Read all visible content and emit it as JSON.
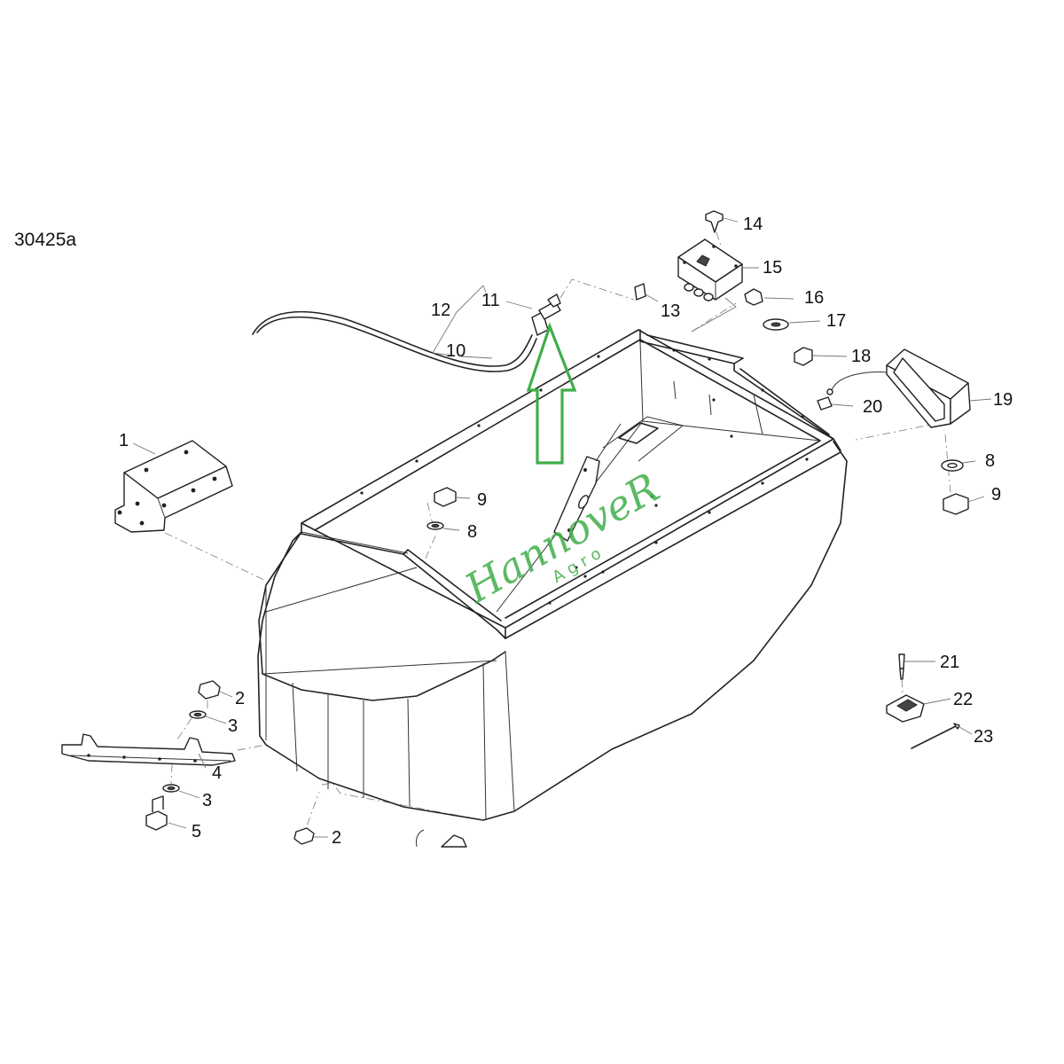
{
  "drawing_id": "30425a",
  "parts": [
    {
      "number": "1"
    },
    {
      "number": "2"
    },
    {
      "number": "2"
    },
    {
      "number": "3"
    },
    {
      "number": "3"
    },
    {
      "number": "4"
    },
    {
      "number": "5"
    },
    {
      "number": "8"
    },
    {
      "number": "8"
    },
    {
      "number": "9"
    },
    {
      "number": "9"
    },
    {
      "number": "10"
    },
    {
      "number": "11"
    },
    {
      "number": "12"
    },
    {
      "number": "13"
    },
    {
      "number": "14"
    },
    {
      "number": "15"
    },
    {
      "number": "16"
    },
    {
      "number": "17"
    },
    {
      "number": "18"
    },
    {
      "number": "19"
    },
    {
      "number": "20"
    },
    {
      "number": "21"
    },
    {
      "number": "22"
    },
    {
      "number": "23"
    }
  ],
  "watermark": {
    "brand": "HannoveR",
    "sub": "Agro",
    "color": "#3fae49"
  },
  "highlight_arrow": {
    "color": "#3fae49",
    "points_to_part": "11"
  }
}
